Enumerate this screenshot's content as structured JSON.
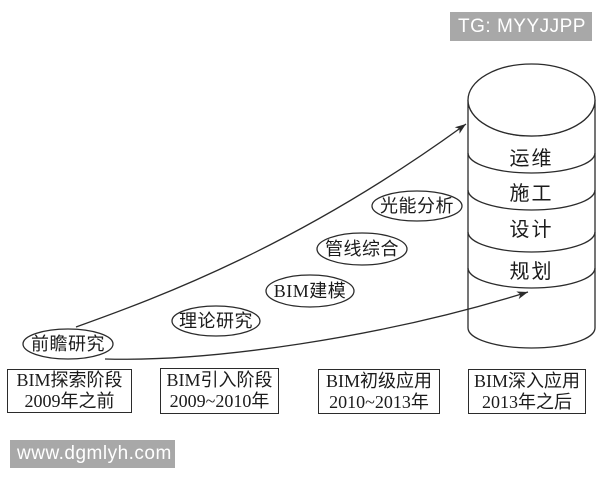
{
  "badges": {
    "telegram": {
      "label": "TG: MYYJJPP"
    },
    "website": {
      "label": "www.dgmlyh.com"
    }
  },
  "diagram": {
    "milestones": [
      {
        "label": "前瞻研究"
      },
      {
        "label": "理论研究"
      },
      {
        "label": "BIM建模"
      },
      {
        "label": "管线综合"
      },
      {
        "label": "光能分析"
      }
    ],
    "cylinder_layers": [
      {
        "label": "运维"
      },
      {
        "label": "施工"
      },
      {
        "label": "设计"
      },
      {
        "label": "规划"
      }
    ],
    "stages": [
      {
        "name": "BIM探索阶段",
        "period": "2009年之前"
      },
      {
        "name": "BIM引入阶段",
        "period": "2009~2010年"
      },
      {
        "name": "BIM初级应用",
        "period": "2010~2013年"
      },
      {
        "name": "BIM深入应用",
        "period": "2013年之后"
      }
    ],
    "colors": {
      "line": "#2b2b2b",
      "text": "#1b1b1b",
      "badge_background": "#a8a8a8",
      "badge_text": "#ffffff",
      "background": "#ffffff"
    }
  }
}
